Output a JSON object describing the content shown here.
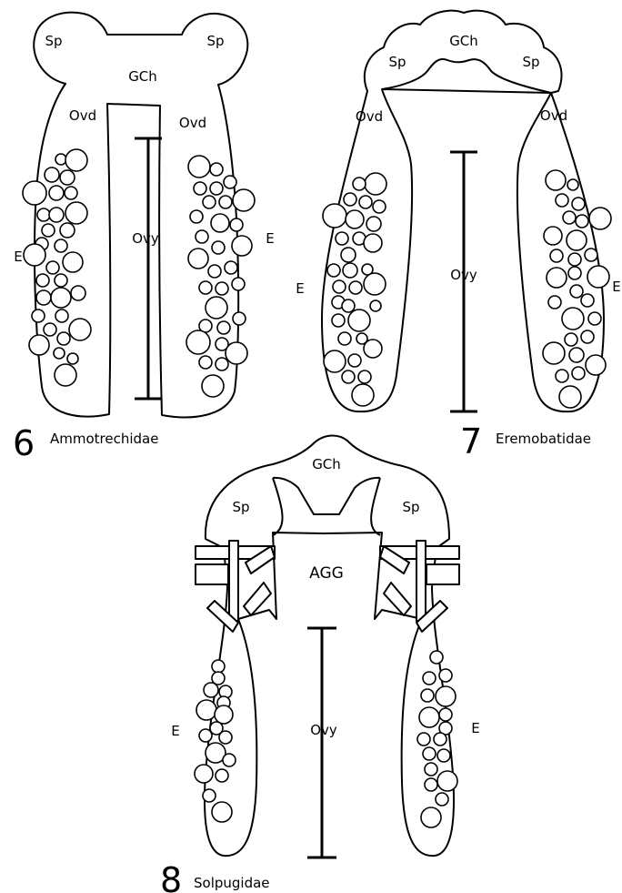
{
  "panels": [
    {
      "number": "6",
      "family": "Ammotrechidae",
      "labels": {
        "gch": "GCh",
        "sp_left": "Sp",
        "sp_right": "Sp",
        "ovd_left": "Ovd",
        "ovd_right": "Ovd",
        "ovy": "Ovy",
        "e_left": "E",
        "e_right": "E"
      }
    },
    {
      "number": "7",
      "family": "Eremobatidae",
      "labels": {
        "gch": "GCh",
        "sp_left": "Sp",
        "sp_right": "Sp",
        "ovd_left": "Ovd",
        "ovd_right": "Ovd",
        "ovy": "Ovy",
        "e_left": "E",
        "e_right": "E"
      }
    },
    {
      "number": "8",
      "family": "Solpugidae",
      "labels": {
        "gch": "GCh",
        "sp_left": "Sp",
        "sp_right": "Sp",
        "agg": "AGG",
        "ovy": "Ovy",
        "e_left": "E",
        "e_right": "E"
      }
    }
  ],
  "colors": {
    "line": "#000000",
    "background": "#ffffff"
  }
}
